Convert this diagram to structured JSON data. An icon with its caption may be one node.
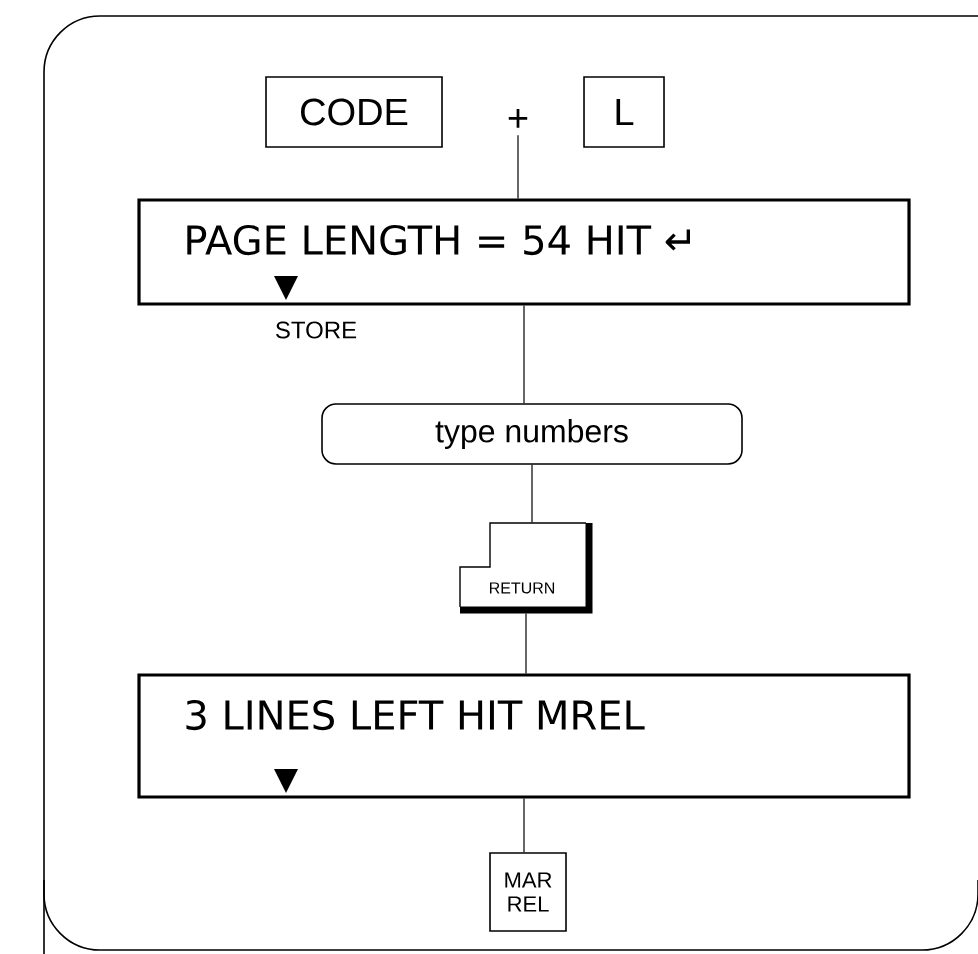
{
  "diagram": {
    "nodes": [
      {
        "text": [
          "CODE"
        ]
      },
      {
        "text": [
          "+"
        ]
      },
      {
        "text": [
          "L"
        ]
      },
      {
        "text": [
          "PAGE LENGTH = 54 HIT ↵"
        ],
        "beside": [
          "STORE"
        ]
      },
      {
        "text": [
          "type numbers"
        ]
      },
      {
        "text": [
          "RETURN"
        ]
      },
      {
        "text": [
          "3 LINES LEFT HIT MREL"
        ]
      },
      {
        "text": [
          "MAR REL"
        ]
      }
    ],
    "edges": [
      {
        "from": 1,
        "to": 3,
        "arrow": "none"
      },
      {
        "from": 3,
        "to": 4,
        "arrow": "none"
      },
      {
        "from": 4,
        "to": 5,
        "arrow": "none"
      },
      {
        "from": 5,
        "to": 6,
        "arrow": "none"
      },
      {
        "from": 6,
        "to": 7,
        "arrow": "none"
      }
    ]
  }
}
